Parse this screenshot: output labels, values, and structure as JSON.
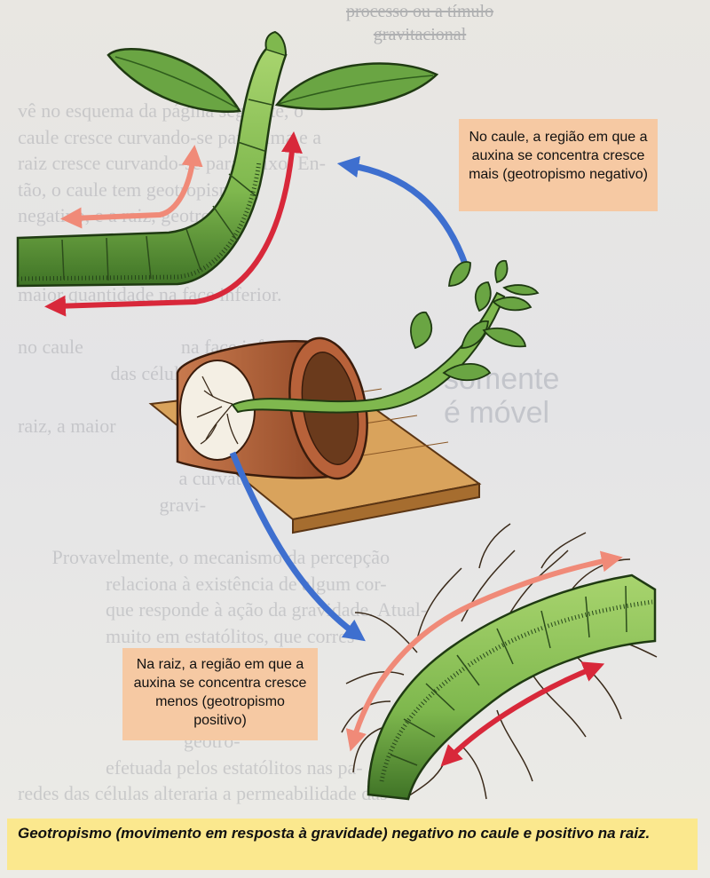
{
  "figure": {
    "stem_note": "No caule, a região em que a auxina se concentra cresce mais (geotropismo negativo)",
    "root_note": "Na raiz, a região em que a auxina se concentra cresce menos (geotropismo positivo)",
    "caption": "Geotropismo (movimento em resposta à gravidade) negativo no caule e positivo na raiz."
  },
  "colors": {
    "stem_green": "#7fb84e",
    "dark_green": "#2f5d1c",
    "leaf_green": "#6aa543",
    "pot": "#b8623a",
    "board": "#d9a35c",
    "red_arrow": "#d8283a",
    "salmon_arrow": "#f08a78",
    "blue_arrow": "#3e6fcf",
    "note_bg": "#f6c9a3",
    "caption_bg": "#fbe88e"
  }
}
